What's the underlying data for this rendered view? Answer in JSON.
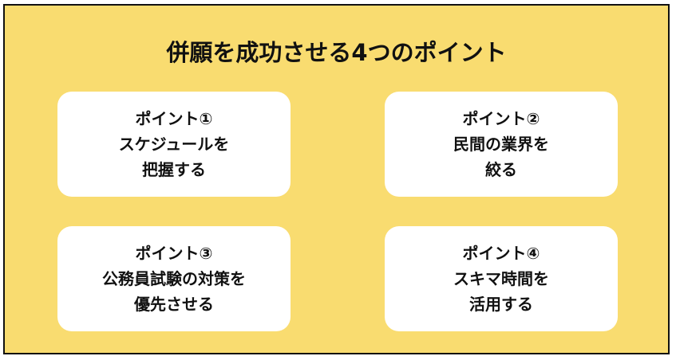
{
  "title": "併願を成功させる4つのポイント",
  "points": [
    {
      "heading": "ポイント①",
      "line1": "スケジュールを",
      "line2": "把握する"
    },
    {
      "heading": "ポイント②",
      "line1": "民間の業界を",
      "line2": "絞る"
    },
    {
      "heading": "ポイント③",
      "line1": "公務員試験の対策を",
      "line2": "優先させる"
    },
    {
      "heading": "ポイント④",
      "line1": "スキマ時間を",
      "line2": "活用する"
    }
  ]
}
